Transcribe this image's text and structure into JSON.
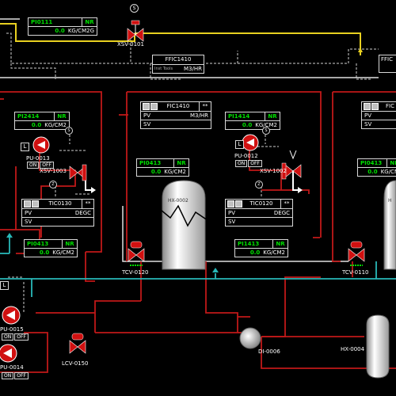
{
  "pi0111": {
    "tag": "PI0111",
    "status": "NR",
    "value": "0.0",
    "unit": "KG/CM2G"
  },
  "xsv0101": {
    "label": "XSV-0101"
  },
  "ffic1410": {
    "tag": "FFIC1410",
    "sub": "Inst Tools",
    "unit": "M3/HR"
  },
  "ffic_right": {
    "tag": "FFIC"
  },
  "fic1410": {
    "tag": "FIC1410",
    "status": "**",
    "pv": "PV",
    "sv": "SV",
    "unit": "M3/HR"
  },
  "fic_right": {
    "tag": "FIC",
    "pv": "PV",
    "sv": "SV"
  },
  "pi2414": {
    "tag": "PI2414",
    "status": "NR",
    "value": "0.0",
    "unit": "KG/CM2"
  },
  "pi1414": {
    "tag": "PI1414",
    "status": "NR",
    "value": "0.0",
    "unit": "KG/CM2"
  },
  "pi0413a": {
    "tag": "PI0413",
    "status": "NR",
    "value": "0.0",
    "unit": "KG/CM2"
  },
  "pi0413b": {
    "tag": "PI0413",
    "status": "NR",
    "value": "0.0",
    "unit": "KG/CM2"
  },
  "pi1413": {
    "tag": "PI1413",
    "status": "NR",
    "value": "0.0",
    "unit": "KG/CM2"
  },
  "pi0413c": {
    "tag": "PI0413",
    "status": "NR",
    "value": "0.0",
    "unit": "KG/CM"
  },
  "tic0130": {
    "tag": "TIC0130",
    "status": "**",
    "pv": "PV",
    "sv": "SV",
    "unit": "DEGC"
  },
  "tic0120": {
    "tag": "TIC0120",
    "status": "**",
    "pv": "PV",
    "sv": "SV",
    "unit": "DEGC"
  },
  "pumps": {
    "pu0013": "PU-0013",
    "pu0012": "PU-0012",
    "pu0015": "PU-0015",
    "pu0014": "PU-0014",
    "on": "ON",
    "off": "OFF"
  },
  "valves": {
    "xsv1003": "XSV-1003",
    "xsv1002": "XSV-1002",
    "tcv0120": "TCV-0120",
    "tcv0110": "TCV-0110",
    "lcv0150": "LCV-0150"
  },
  "vessels": {
    "hx0002": "HX-0002",
    "hx0004": "HX-0004",
    "hx_right": "H",
    "di0006": "DI-0006"
  },
  "small": {
    "L": "L",
    "Z": "Z",
    "S": "S"
  },
  "colors": {
    "pipe_red": "#c01818",
    "pipe_white": "#e0e0e0",
    "pipe_yellow": "#e8d020",
    "pipe_cyan": "#28b8b8",
    "signal": "#d0d0d0",
    "value_green": "#00e000"
  }
}
